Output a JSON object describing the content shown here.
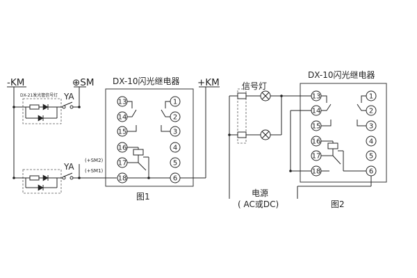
{
  "figure1": {
    "caption": "图1",
    "relay_title": "DX-10闪光继电器",
    "left_rail_label": "-KM",
    "sm_label": "⊕SM",
    "right_rail_label": "+KM",
    "indicator_label": "DX-21发光管信号灯",
    "ya_top": "YA",
    "ya_bottom": "YA",
    "sm2_label": "(+SM2)",
    "sm1_label": "(+SM1)",
    "terminals": [
      "13",
      "14",
      "15",
      "16",
      "17",
      "18",
      "1",
      "2",
      "3",
      "4",
      "5",
      "6"
    ]
  },
  "figure2": {
    "caption": "图2",
    "relay_title": "DX-10闪光继电器",
    "lamp_label": "信号灯",
    "power_label": "电源",
    "power_sub": "( AC或DC)",
    "terminals": [
      "13",
      "14",
      "15",
      "16",
      "17",
      "18",
      "1",
      "2",
      "3",
      "4",
      "5",
      "6"
    ]
  }
}
